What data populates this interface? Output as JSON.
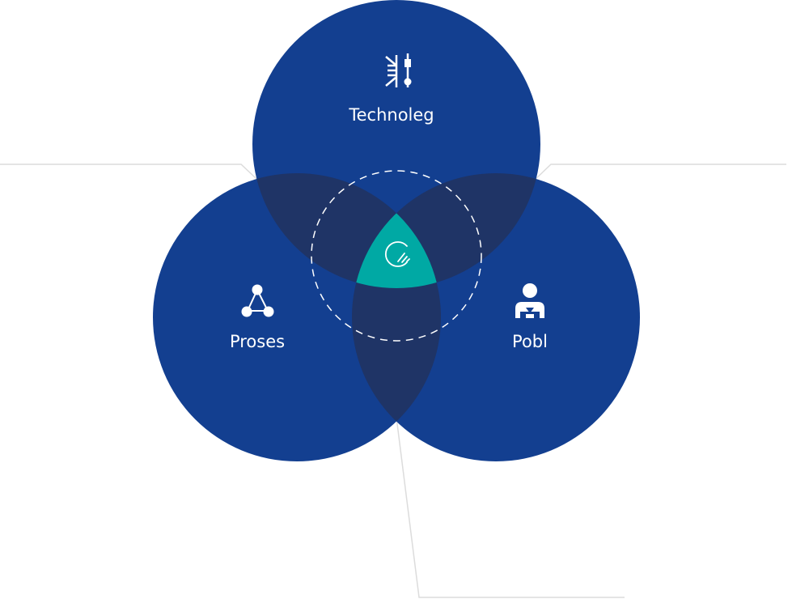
{
  "sets": [
    {
      "id": "technology",
      "label": "Technoleg",
      "icon": "circuit-icon"
    },
    {
      "id": "process",
      "label": "Proses",
      "icon": "network-triangle-icon"
    },
    {
      "id": "people",
      "label": "Pobl",
      "icon": "person-icon"
    }
  ],
  "center": {
    "icon": "logo-c-icon"
  },
  "colors": {
    "circle": "#133f90",
    "overlap": "#1f3466",
    "center": "#00a9a4",
    "connector": "#dcdcdc"
  }
}
